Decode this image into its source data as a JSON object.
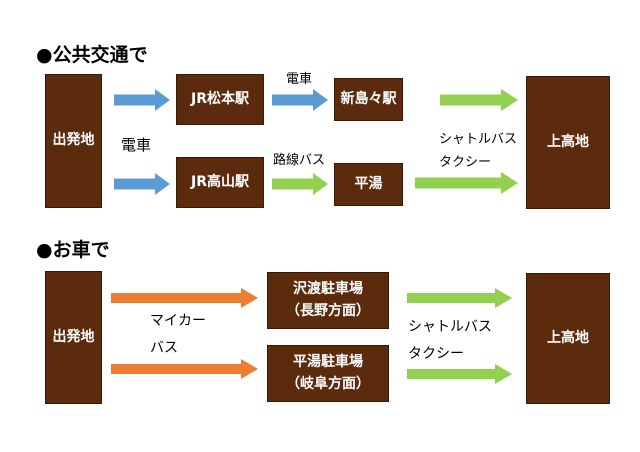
{
  "public": {
    "heading": "●公共交通で",
    "start": "出発地",
    "route1": {
      "stop1": "JR松本駅",
      "label1": "電車",
      "stop2": "新島々駅"
    },
    "route2": {
      "stop1": "JR高山駅",
      "label1": "路線バス",
      "stop2": "平湯"
    },
    "left_label": "電車",
    "right_label": [
      "シャトルバス",
      "タクシー"
    ],
    "end": "上高地"
  },
  "car": {
    "heading": "●お車で",
    "start": "出発地",
    "left_label": [
      "マイカー",
      "バス"
    ],
    "parking1": [
      "沢渡駐車場",
      "（長野方面）"
    ],
    "parking2": [
      "平湯駐車場",
      "（岐阜方面）"
    ],
    "right_label": [
      "シャトルバス",
      "タクシー"
    ],
    "end": "上高地"
  },
  "colors": {
    "box": "#5c2a0c",
    "blue_arrow": "#5b9bd5",
    "green_arrow": "#92d050",
    "orange_arrow": "#ed7d31"
  }
}
